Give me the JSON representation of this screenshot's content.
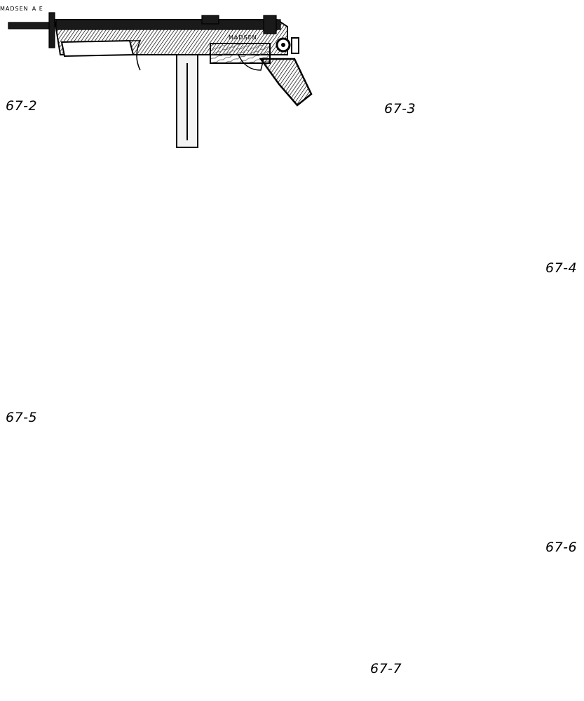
{
  "figures": [
    {
      "id": "fig-67-2",
      "label": "67-2",
      "engraving": "MADSEN"
    },
    {
      "id": "fig-67-3",
      "label": "67-3"
    },
    {
      "id": "fig-67-4",
      "label": "67-4",
      "engraving": "MADSEN"
    },
    {
      "id": "fig-67-5",
      "label": "67-5",
      "selector_marks": "A E"
    },
    {
      "id": "fig-67-6",
      "label": "67-6"
    },
    {
      "id": "fig-67-7",
      "label": "67-7"
    }
  ]
}
